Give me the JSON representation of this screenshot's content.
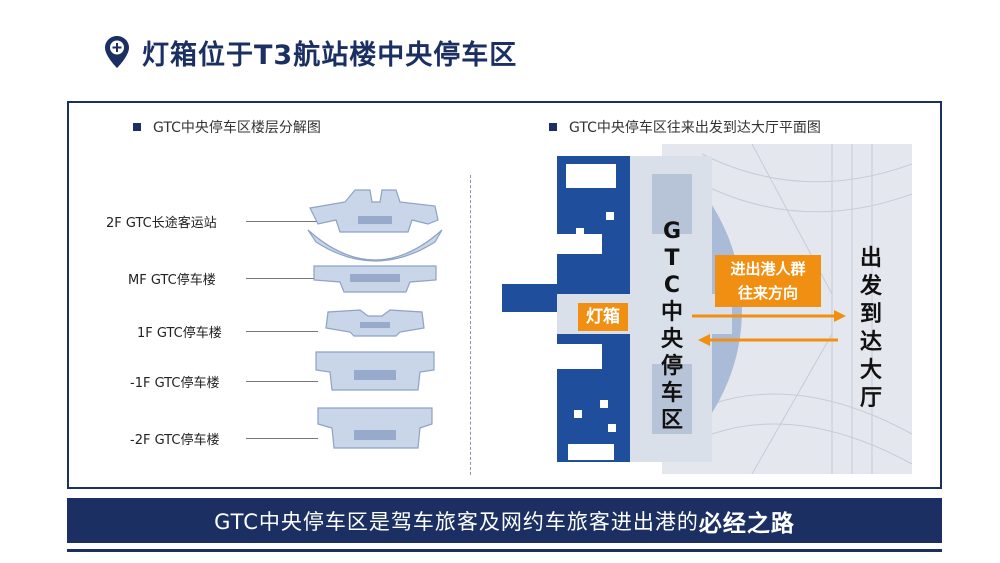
{
  "header": {
    "title": "灯箱位于T3航站楼中央停车区",
    "icon": "location-plus-icon"
  },
  "left_panel": {
    "title": "GTC中央停车区楼层分解图",
    "floors": [
      {
        "label": "2F GTC长途客运站"
      },
      {
        "label": "MF GTC停车楼"
      },
      {
        "label": "1F GTC停车楼"
      },
      {
        "label": "-1F GTC停车楼"
      },
      {
        "label": "-2F GTC停车楼"
      }
    ]
  },
  "right_panel": {
    "title": "GTC中央停车区往来出发到达大厅平面图",
    "lightbox_label": "灯箱",
    "gtc_vertical": "GTC中央停车区",
    "flow_line1": "进出港人群",
    "flow_line2": "往来方向",
    "hall_vertical": "出发到达大厅"
  },
  "banner": {
    "prefix": "GTC中央停车区是驾车旅客及网约车旅客进出港的",
    "emphasis": "必经之路"
  },
  "colors": {
    "navy": "#1b2f63",
    "orange": "#f08f12",
    "blue": "#1f4f9c"
  }
}
